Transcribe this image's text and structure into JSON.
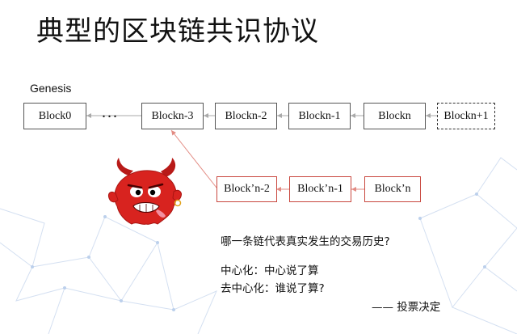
{
  "title": "典型的区块链共识协议",
  "genesis_label": "Genesis",
  "main_chain": [
    "Block0",
    "Blockn-3",
    "Blockn-2",
    "Blockn-1",
    "Blockn",
    "Blockn+1"
  ],
  "ellipsis": "...",
  "fork_chain": [
    "Block’n-2",
    "Block’n-1",
    "Block’n"
  ],
  "question": "哪一条链代表真实发生的交易历史?",
  "centralized": "中心化：中心说了算",
  "decentralized": "去中心化：谁说了算?",
  "answer": "—— 投票决定",
  "colors": {
    "fork_border": "#c9483f",
    "devil_red": "#d8231f",
    "network_lines": "#c9d8ee"
  },
  "icons": [
    "devil-icon"
  ]
}
